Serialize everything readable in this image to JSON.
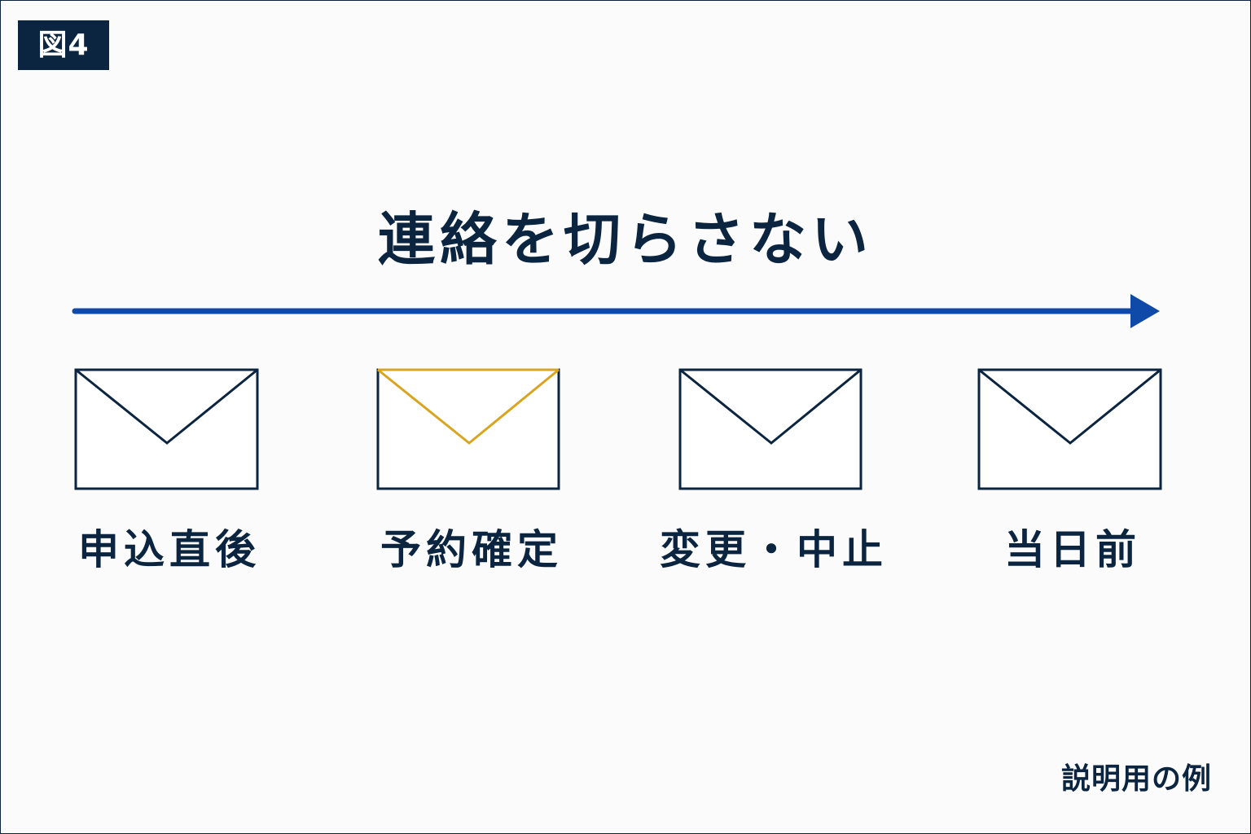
{
  "figure_label": "図4",
  "title": "連絡を切らさない",
  "steps": [
    {
      "label": "申込直後",
      "highlighted": false
    },
    {
      "label": "予約確定",
      "highlighted": true
    },
    {
      "label": "変更・中止",
      "highlighted": false
    },
    {
      "label": "当日前",
      "highlighted": false
    }
  ],
  "note": "説明用の例",
  "colors": {
    "navy": "#0b2540",
    "arrow_blue": "#0f4aa8",
    "highlight_gold": "#d9a520"
  }
}
